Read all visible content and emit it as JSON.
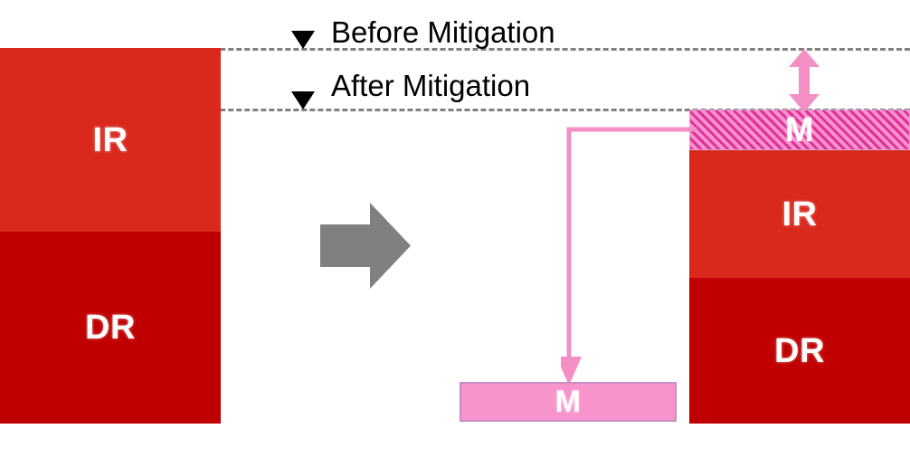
{
  "chart_data": {
    "type": "bar",
    "title": "",
    "xlabel": "",
    "ylabel": "",
    "legend_position": "top-center",
    "grid": false,
    "axis_note": "Risk level increases upward; bars share a common baseline at the bottom.",
    "reference_lines": [
      {
        "id": "before-mitigation",
        "label": "Before Mitigation",
        "marker": "black-down-triangle",
        "style": "dashed",
        "color": "#808080",
        "level": 100
      },
      {
        "id": "after-mitigation",
        "label": "After Mitigation",
        "marker": "black-down-triangle",
        "style": "dashed",
        "color": "#808080",
        "level": 84
      }
    ],
    "categories": [
      "Before Mitigation",
      "After Mitigation"
    ],
    "series": [
      {
        "name": "DR",
        "label": "DR",
        "color": "#C00000",
        "values": [
          51,
          39
        ]
      },
      {
        "name": "IR",
        "label": "IR",
        "color": "#D9291C",
        "values": [
          49,
          34
        ]
      },
      {
        "name": "M",
        "label": "M",
        "color": "#F794CC",
        "pattern": "diagonal-hatch",
        "pattern_color": "#E0309A",
        "values": [
          0,
          11
        ]
      }
    ],
    "totals": [
      100,
      84
    ],
    "annotations": [
      {
        "id": "risk-reduction-gap",
        "type": "double-headed-arrow",
        "color": "#F48FC6",
        "from_level": 84,
        "to_level": 100
      },
      {
        "id": "mitigation-transfer",
        "type": "elbow-arrow",
        "color": "#F48FC6",
        "from": "M stacked segment",
        "to": "M standalone bar"
      },
      {
        "id": "transition",
        "type": "block-arrow",
        "color": "#808080",
        "direction": "right"
      }
    ]
  },
  "legend": {
    "before": {
      "label": "Before Mitigation",
      "marker": "down-triangle"
    },
    "after": {
      "label": "After Mitigation",
      "marker": "down-triangle"
    }
  },
  "bars": {
    "before": {
      "ir_label": "IR",
      "dr_label": "DR"
    },
    "after": {
      "m_label": "M",
      "ir_label": "IR",
      "dr_label": "DR"
    },
    "mitigation": {
      "label": "M"
    }
  },
  "colors": {
    "inherent_risk": "#D9291C",
    "direct_risk": "#C00000",
    "mitigation_fill": "#F794CC",
    "mitigation_hatch": "#E0309A",
    "mitigation_border": "#C98CC4",
    "arrow_pink": "#F48FC6",
    "arrow_grey": "#808080",
    "reference_line": "#808080",
    "marker_black": "#000000",
    "label_text": "#FFFFFF",
    "legend_text": "#000000",
    "background": "#FFFFFF"
  }
}
